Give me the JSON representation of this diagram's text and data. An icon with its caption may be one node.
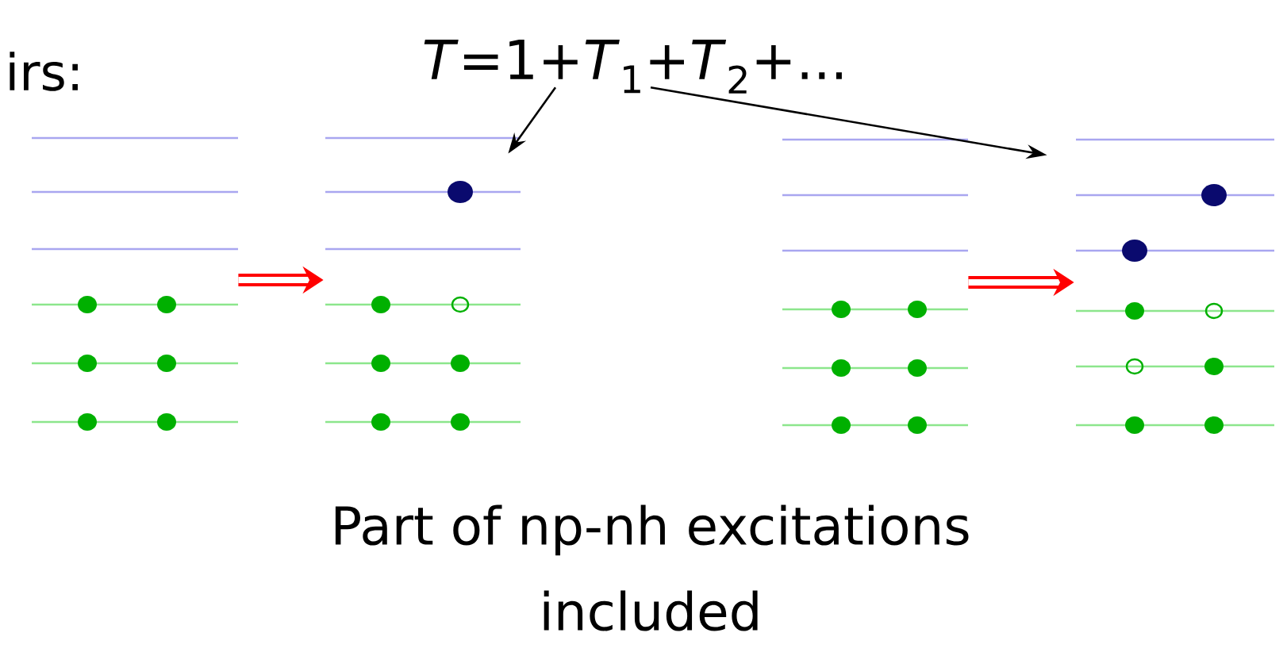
{
  "diagram": {
    "caption": "Part of np-nh excitations included",
    "nodes": [
      {
        "text": [
          "*T*=1+*T*$_{1}$+*T*$_{2}$+..."
        ]
      },
      {
        "text": [],
        "shape": "picture"
      },
      {
        "text": [],
        "shape": "picture"
      },
      {
        "text": [],
        "shape": "picture"
      },
      {
        "text": [],
        "shape": "picture"
      }
    ],
    "edges": [
      {
        "from": 0,
        "to": 2,
        "arrow": "to"
      },
      {
        "from": 0,
        "to": 4,
        "arrow": "to"
      },
      {
        "from": 1,
        "to": 2,
        "arrow": "to",
        "style": "thick",
        "color": "#ff0000"
      },
      {
        "from": 3,
        "to": 4,
        "arrow": "to",
        "style": "thick",
        "color": "#ff0000"
      }
    ],
    "labels": [
      "irs:"
    ]
  }
}
